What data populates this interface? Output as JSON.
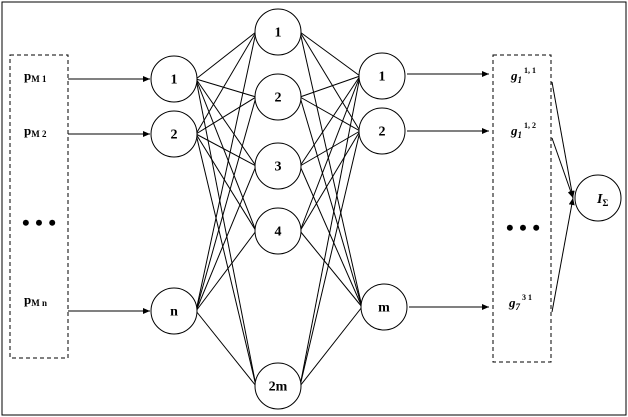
{
  "inputs": [
    {
      "main": "p",
      "sub": "M 1"
    },
    {
      "main": "p",
      "sub": "M 2"
    },
    {
      "main": "p",
      "sub": "M n"
    }
  ],
  "input_ellipsis": "• • •",
  "layer1": [
    "1",
    "2",
    "n"
  ],
  "layer2": [
    "1",
    "2",
    "3",
    "4",
    "2m"
  ],
  "layer3": [
    "1",
    "2",
    "m"
  ],
  "outputs": [
    {
      "main": "g",
      "sub": "1",
      "sup": "1, 1"
    },
    {
      "main": "g",
      "sub": "1",
      "sup": "1, 2"
    },
    {
      "main": "g",
      "sub": "7",
      "sup": "3 1"
    }
  ],
  "output_ellipsis": "• • •",
  "final": {
    "main": "I",
    "sub": "Σ"
  }
}
